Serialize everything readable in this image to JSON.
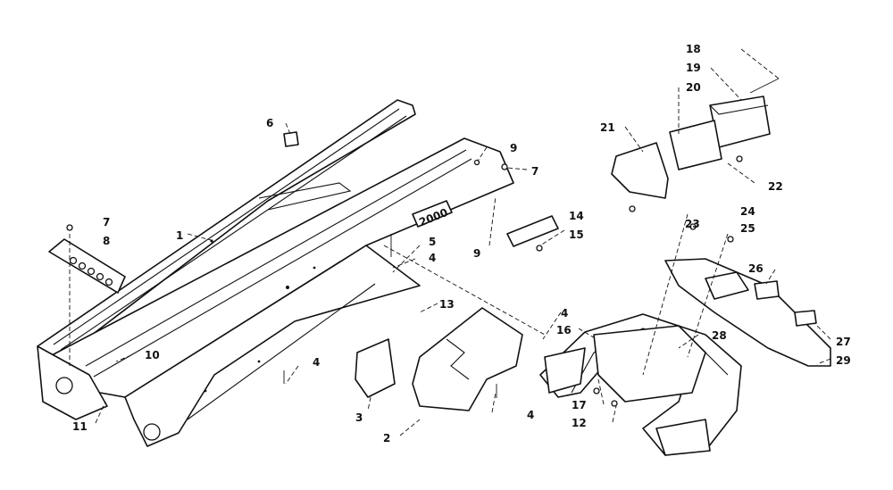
{
  "callouts": [
    {
      "id": "1",
      "label": "1"
    },
    {
      "id": "2",
      "label": "2"
    },
    {
      "id": "3",
      "label": "3"
    },
    {
      "id": "4a",
      "label": "4"
    },
    {
      "id": "4b",
      "label": "4"
    },
    {
      "id": "4c",
      "label": "4"
    },
    {
      "id": "4d",
      "label": "4"
    },
    {
      "id": "5",
      "label": "5"
    },
    {
      "id": "6",
      "label": "6"
    },
    {
      "id": "7a",
      "label": "7"
    },
    {
      "id": "7b",
      "label": "7"
    },
    {
      "id": "8",
      "label": "8"
    },
    {
      "id": "9a",
      "label": "9"
    },
    {
      "id": "9b",
      "label": "9"
    },
    {
      "id": "10",
      "label": "10"
    },
    {
      "id": "11",
      "label": "11"
    },
    {
      "id": "12",
      "label": "12"
    },
    {
      "id": "13",
      "label": "13"
    },
    {
      "id": "14",
      "label": "14"
    },
    {
      "id": "15",
      "label": "15"
    },
    {
      "id": "16",
      "label": "16"
    },
    {
      "id": "17",
      "label": "17"
    },
    {
      "id": "18",
      "label": "18"
    },
    {
      "id": "19",
      "label": "19"
    },
    {
      "id": "20",
      "label": "20"
    },
    {
      "id": "21",
      "label": "21"
    },
    {
      "id": "22",
      "label": "22"
    },
    {
      "id": "23",
      "label": "23"
    },
    {
      "id": "24",
      "label": "24"
    },
    {
      "id": "25",
      "label": "25"
    },
    {
      "id": "26",
      "label": "26"
    },
    {
      "id": "27",
      "label": "27"
    },
    {
      "id": "28",
      "label": "28"
    },
    {
      "id": "29",
      "label": "29"
    }
  ],
  "decal_text": "2000"
}
